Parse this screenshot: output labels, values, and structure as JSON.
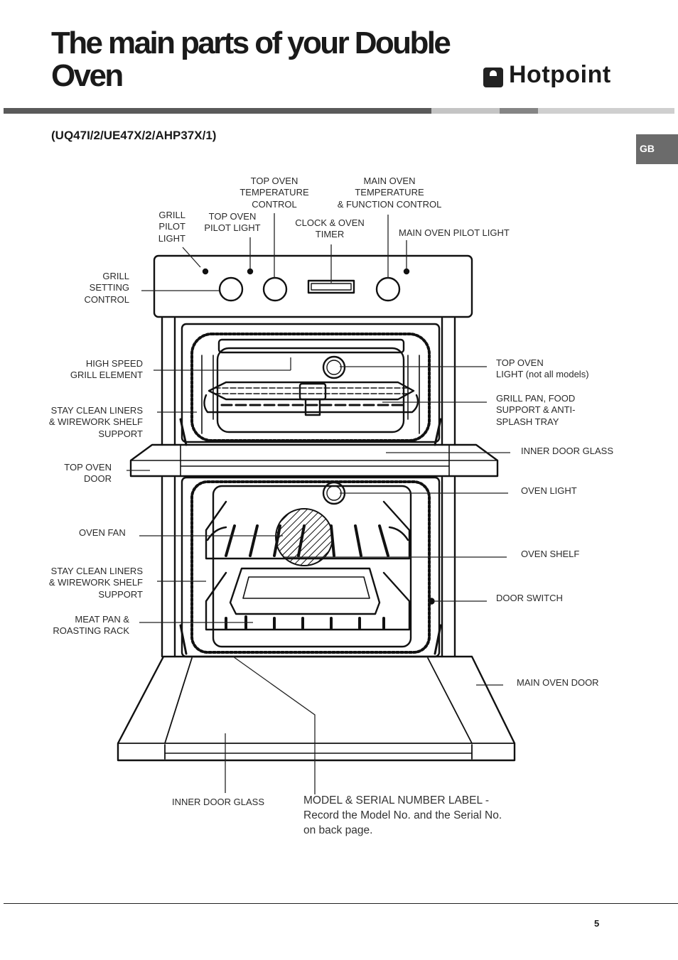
{
  "page": {
    "title": "The main parts of your Double Oven",
    "brand": "Hotpoint",
    "models": "(UQ47I/2/UE47X/2/AHP37X/1)",
    "lang_tab": "GB",
    "page_number": "5",
    "colors": {
      "rule_dark": "#5a5a5a",
      "rule_light": "#c4c4c4",
      "rule_mid": "#858585",
      "tab": "#6b6b6b"
    }
  },
  "labels": {
    "top_oven_temp_control": [
      "TOP OVEN",
      "TEMPERATURE",
      "CONTROL"
    ],
    "main_oven_temp_function": [
      "MAIN OVEN",
      "TEMPERATURE",
      "& FUNCTION CONTROL"
    ],
    "grill_pilot_light": [
      "GRILL",
      "PILOT",
      "LIGHT"
    ],
    "top_oven_pilot_light": [
      "TOP OVEN",
      "PILOT LIGHT"
    ],
    "clock_oven_timer": [
      "CLOCK & OVEN",
      "TIMER"
    ],
    "main_oven_pilot_light": [
      "MAIN OVEN PILOT LIGHT"
    ],
    "grill_setting_control": [
      "GRILL",
      "SETTING",
      "CONTROL"
    ],
    "high_speed_grill_element": [
      "HIGH SPEED",
      "GRILL ELEMENT"
    ],
    "stay_clean_liners_top": [
      "STAY CLEAN LINERS",
      "& WIREWORK SHELF",
      "SUPPORT"
    ],
    "top_oven_door": [
      "TOP OVEN",
      "DOOR"
    ],
    "oven_fan": [
      "OVEN FAN"
    ],
    "stay_clean_liners_main": [
      "STAY CLEAN LINERS",
      "& WIREWORK SHELF",
      "SUPPORT"
    ],
    "meat_pan": [
      "MEAT PAN &",
      "ROASTING RACK"
    ],
    "top_oven_light": [
      "TOP OVEN",
      "LIGHT (not all models)"
    ],
    "grill_pan": [
      "GRILL PAN, FOOD",
      "SUPPORT & ANTI-",
      "SPLASH TRAY"
    ],
    "inner_door_glass_top": [
      "INNER DOOR GLASS"
    ],
    "oven_light": [
      "OVEN LIGHT"
    ],
    "oven_shelf": [
      "OVEN SHELF"
    ],
    "door_switch": [
      "DOOR SWITCH"
    ],
    "main_oven_door": [
      "MAIN OVEN DOOR"
    ],
    "inner_door_glass_bottom": [
      "INNER DOOR GLASS"
    ],
    "model_serial_label": [
      "MODEL & SERIAL NUMBER LABEL -",
      "Record the Model No. and the Serial No.",
      "on back page."
    ]
  }
}
